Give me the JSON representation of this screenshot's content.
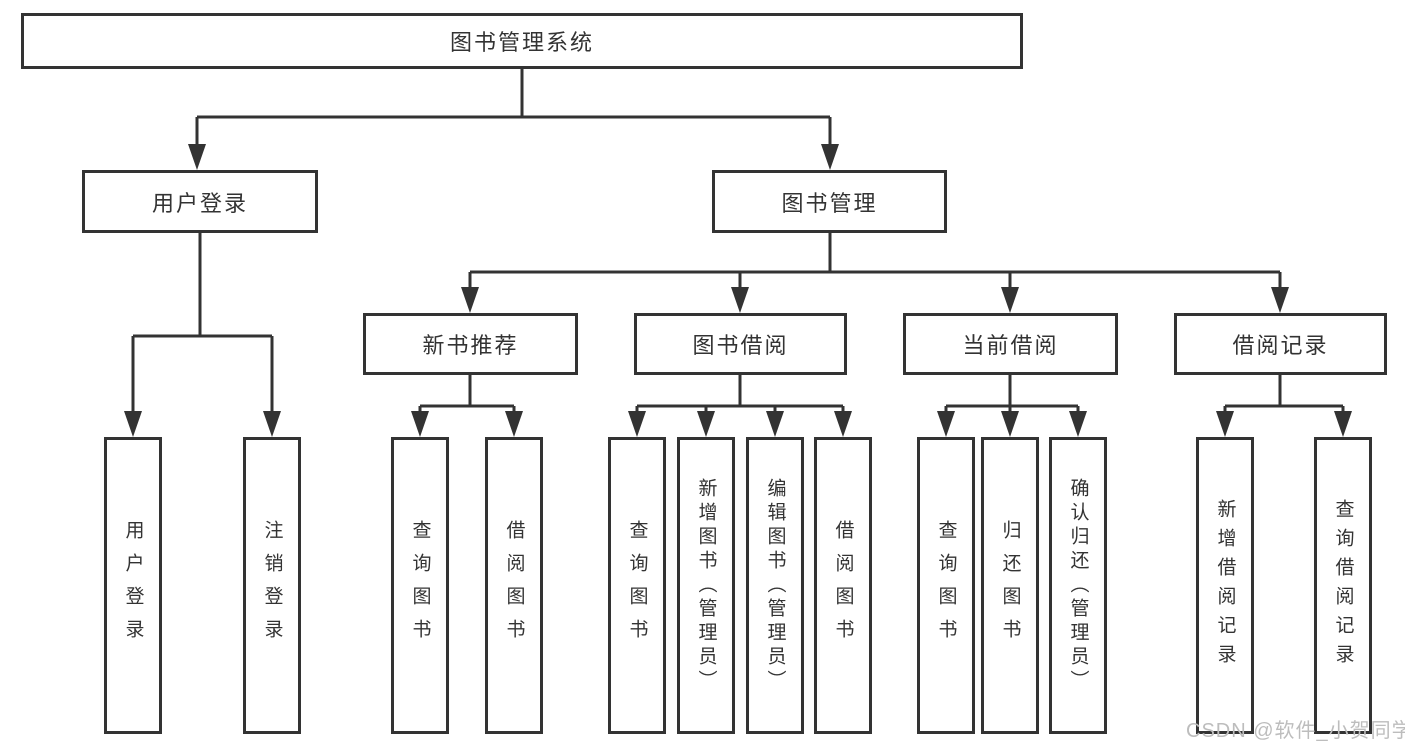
{
  "diagram_title": "图书管理系统",
  "tree": {
    "root": {
      "label": "图书管理系统",
      "children": [
        {
          "label": "用户登录",
          "children": [
            {
              "label": "用户登录"
            },
            {
              "label": "注销登录"
            }
          ]
        },
        {
          "label": "图书管理",
          "children": [
            {
              "label": "新书推荐",
              "children": [
                {
                  "label": "查询图书"
                },
                {
                  "label": "借阅图书"
                }
              ]
            },
            {
              "label": "图书借阅",
              "children": [
                {
                  "label": "查询图书"
                },
                {
                  "label": "新增图书（管理员）"
                },
                {
                  "label": "编辑图书（管理员）"
                },
                {
                  "label": "借阅图书"
                }
              ]
            },
            {
              "label": "当前借阅",
              "children": [
                {
                  "label": "查询图书"
                },
                {
                  "label": "归还图书"
                },
                {
                  "label": "确认归还（管理员）"
                }
              ]
            },
            {
              "label": "借阅记录",
              "children": [
                {
                  "label": "新增借阅记录"
                },
                {
                  "label": "查询借阅记录"
                }
              ]
            }
          ]
        }
      ]
    }
  },
  "watermark": {
    "text": "CSDN @软件_小贺同学"
  },
  "colors": {
    "line": "#333333",
    "text": "#333333",
    "box_background": "#ffffff",
    "watermark": "#bdbdbd",
    "page_background": "#ffffff"
  }
}
